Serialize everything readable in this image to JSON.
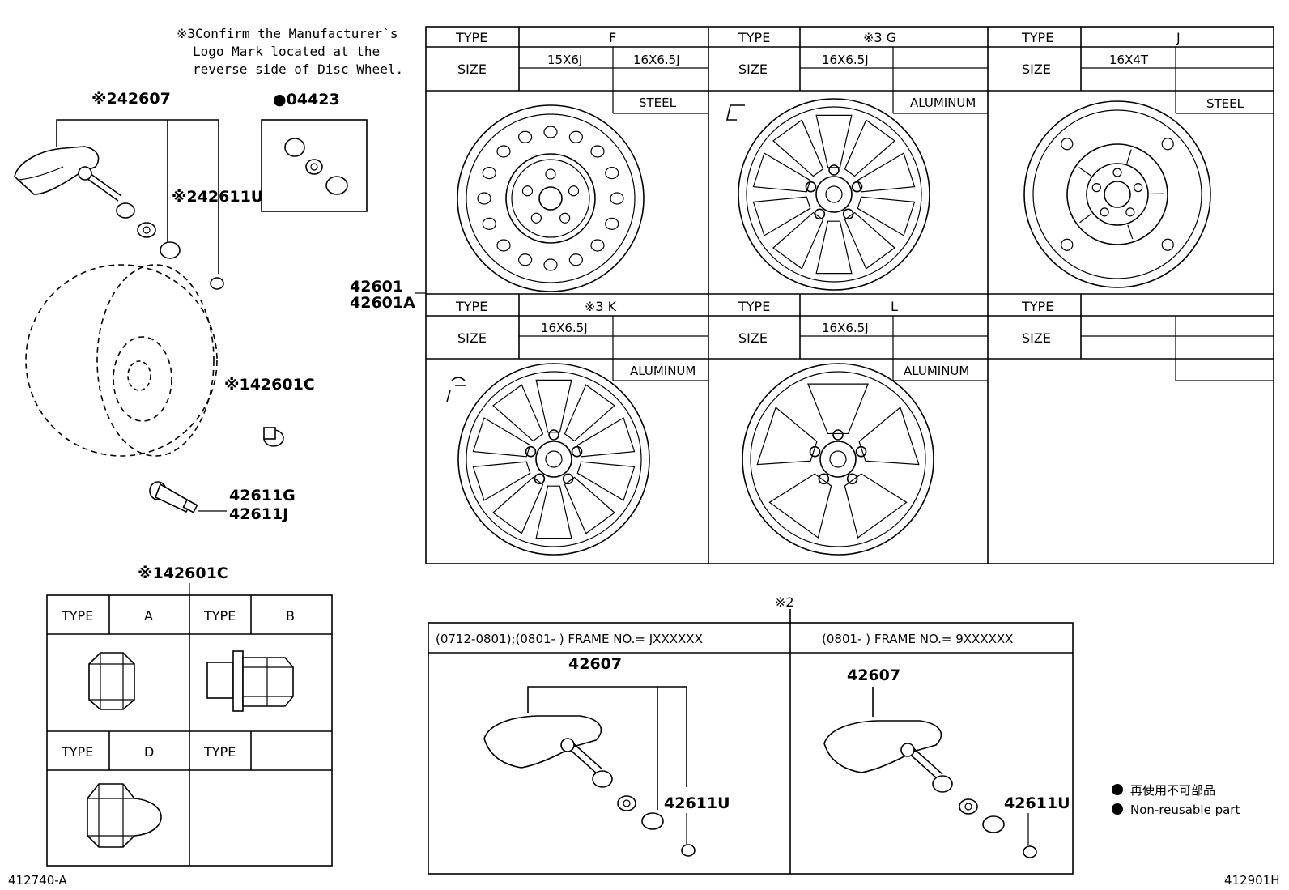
{
  "note": {
    "line1": "※3Confirm the Manufacturer`s",
    "line2": "Logo Mark located at the",
    "line3": "reverse side of Disc Wheel."
  },
  "parts": {
    "sensor_top": "※242607",
    "kit": "●04423",
    "valve_nut_top": "※242611U",
    "hub_nut": "※142601C",
    "valve_g": "42611G",
    "valve_j": "42611J",
    "wheel_1": "42601",
    "wheel_2": "42601A",
    "hub_nut_table": "※142601C"
  },
  "wheel_table": {
    "type_label": "TYPE",
    "size_label": "SIZE",
    "f": {
      "type": "F",
      "size1": "15X6J",
      "size2": "16X6.5J",
      "material": "STEEL"
    },
    "g": {
      "type": "※3 G",
      "size1": "16X6.5J",
      "material": "ALUMINUM"
    },
    "j": {
      "type": "J",
      "size1": "16X4T",
      "material": "STEEL"
    },
    "k": {
      "type": "※3 K",
      "size1": "16X6.5J",
      "material": "ALUMINUM"
    },
    "l": {
      "type": "L",
      "size1": "16X6.5J",
      "material": "ALUMINUM"
    }
  },
  "nut_table": {
    "type_label": "TYPE",
    "a": "A",
    "b": "B",
    "d": "D"
  },
  "tpms": {
    "marker": "※2",
    "left_header": "(0712-0801);(0801-     ) FRAME NO.= JXXXXXX",
    "right_header": "(0801-     ) FRAME NO.= 9XXXXXX",
    "sensor_left": "42607",
    "nut_left": "42611U",
    "sensor_right": "42607",
    "nut_right": "42611U"
  },
  "legend": {
    "jp": "再使用不可部品",
    "en": "Non-reusable part"
  },
  "codes": {
    "left": "412740-A",
    "right": "412901H"
  }
}
